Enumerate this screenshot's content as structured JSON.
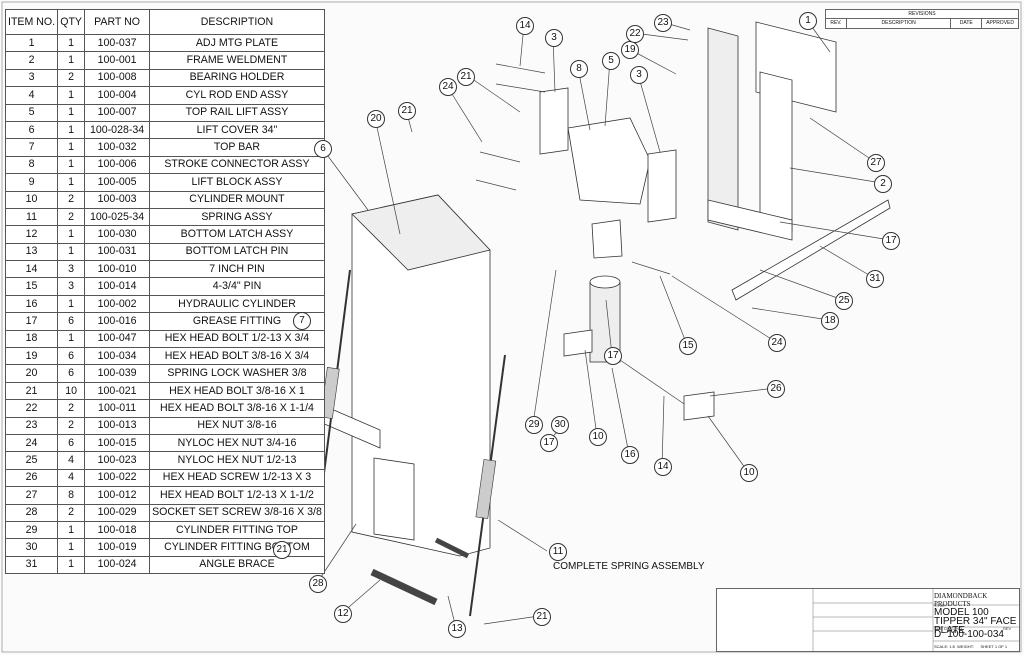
{
  "bom": {
    "headers": {
      "item": "ITEM NO.",
      "qty": "QTY",
      "part": "PART NO",
      "desc": "DESCRIPTION"
    },
    "rows": [
      {
        "item": "1",
        "qty": "1",
        "part": "100-037",
        "desc": "ADJ MTG PLATE"
      },
      {
        "item": "2",
        "qty": "1",
        "part": "100-001",
        "desc": "FRAME WELDMENT"
      },
      {
        "item": "3",
        "qty": "2",
        "part": "100-008",
        "desc": "BEARING HOLDER"
      },
      {
        "item": "4",
        "qty": "1",
        "part": "100-004",
        "desc": "CYL ROD END ASSY"
      },
      {
        "item": "5",
        "qty": "1",
        "part": "100-007",
        "desc": "TOP RAIL LIFT ASSY"
      },
      {
        "item": "6",
        "qty": "1",
        "part": "100-028-34",
        "desc": "LIFT COVER 34\""
      },
      {
        "item": "7",
        "qty": "1",
        "part": "100-032",
        "desc": "TOP BAR"
      },
      {
        "item": "8",
        "qty": "1",
        "part": "100-006",
        "desc": "STROKE CONNECTOR ASSY"
      },
      {
        "item": "9",
        "qty": "1",
        "part": "100-005",
        "desc": "LIFT BLOCK ASSY"
      },
      {
        "item": "10",
        "qty": "2",
        "part": "100-003",
        "desc": "CYLINDER MOUNT"
      },
      {
        "item": "11",
        "qty": "2",
        "part": "100-025-34",
        "desc": "SPRING ASSY"
      },
      {
        "item": "12",
        "qty": "1",
        "part": "100-030",
        "desc": "BOTTOM LATCH ASSY"
      },
      {
        "item": "13",
        "qty": "1",
        "part": "100-031",
        "desc": "BOTTOM LATCH PIN"
      },
      {
        "item": "14",
        "qty": "3",
        "part": "100-010",
        "desc": "7 INCH PIN"
      },
      {
        "item": "15",
        "qty": "3",
        "part": "100-014",
        "desc": "4-3/4\" PIN"
      },
      {
        "item": "16",
        "qty": "1",
        "part": "100-002",
        "desc": "HYDRAULIC CYLINDER"
      },
      {
        "item": "17",
        "qty": "6",
        "part": "100-016",
        "desc": "GREASE FITTING"
      },
      {
        "item": "18",
        "qty": "1",
        "part": "100-047",
        "desc": "HEX HEAD BOLT 1/2-13 X 3/4"
      },
      {
        "item": "19",
        "qty": "6",
        "part": "100-034",
        "desc": "HEX HEAD BOLT 3/8-16 X 3/4"
      },
      {
        "item": "20",
        "qty": "6",
        "part": "100-039",
        "desc": "SPRING LOCK WASHER 3/8"
      },
      {
        "item": "21",
        "qty": "10",
        "part": "100-021",
        "desc": "HEX HEAD BOLT 3/8-16 X 1"
      },
      {
        "item": "22",
        "qty": "2",
        "part": "100-011",
        "desc": "HEX HEAD BOLT 3/8-16 X 1-1/4"
      },
      {
        "item": "23",
        "qty": "2",
        "part": "100-013",
        "desc": "HEX NUT 3/8-16"
      },
      {
        "item": "24",
        "qty": "6",
        "part": "100-015",
        "desc": "NYLOC HEX NUT 3/4-16"
      },
      {
        "item": "25",
        "qty": "4",
        "part": "100-023",
        "desc": "NYLOC HEX NUT 1/2-13"
      },
      {
        "item": "26",
        "qty": "4",
        "part": "100-022",
        "desc": "HEX HEAD SCREW 1/2-13 X 3"
      },
      {
        "item": "27",
        "qty": "8",
        "part": "100-012",
        "desc": "HEX HEAD BOLT 1/2-13 X 1-1/2"
      },
      {
        "item": "28",
        "qty": "2",
        "part": "100-029",
        "desc": "SOCKET SET SCREW 3/8-16 X 3/8"
      },
      {
        "item": "29",
        "qty": "1",
        "part": "100-018",
        "desc": "CYLINDER FITTING TOP"
      },
      {
        "item": "30",
        "qty": "1",
        "part": "100-019",
        "desc": "CYLINDER FITTING BOTTOM"
      },
      {
        "item": "31",
        "qty": "1",
        "part": "100-024",
        "desc": "ANGLE BRACE"
      }
    ]
  },
  "revisions": {
    "title": "REVISIONS",
    "rev": "REV.",
    "description": "DESCRIPTION",
    "date": "DATE",
    "approved": "APPROVED"
  },
  "title_block": {
    "company": "DIAMONDBACK PRODUCTS",
    "title_label": "TITLE:",
    "title": "MODEL 100 TIPPER 34\" FACE PLATE",
    "size_label": "SIZE DWG. NO.",
    "size": "D",
    "dwg_no": "100-100-034",
    "rev_label": "REV",
    "scale": "SCALE: 1:5",
    "weight": "WEIGHT:",
    "sheet": "SHEET 1 OF 1"
  },
  "note": "COMPLETE SPRING ASSEMBLY",
  "balloons": [
    "1",
    "2",
    "3",
    "3",
    "5",
    "6",
    "7",
    "8",
    "10",
    "10",
    "11",
    "12",
    "13",
    "14",
    "14",
    "15",
    "16",
    "17",
    "17",
    "17",
    "18",
    "19",
    "20",
    "21",
    "21",
    "21",
    "21",
    "22",
    "23",
    "24",
    "24",
    "25",
    "26",
    "27",
    "28",
    "29",
    "30",
    "31"
  ]
}
